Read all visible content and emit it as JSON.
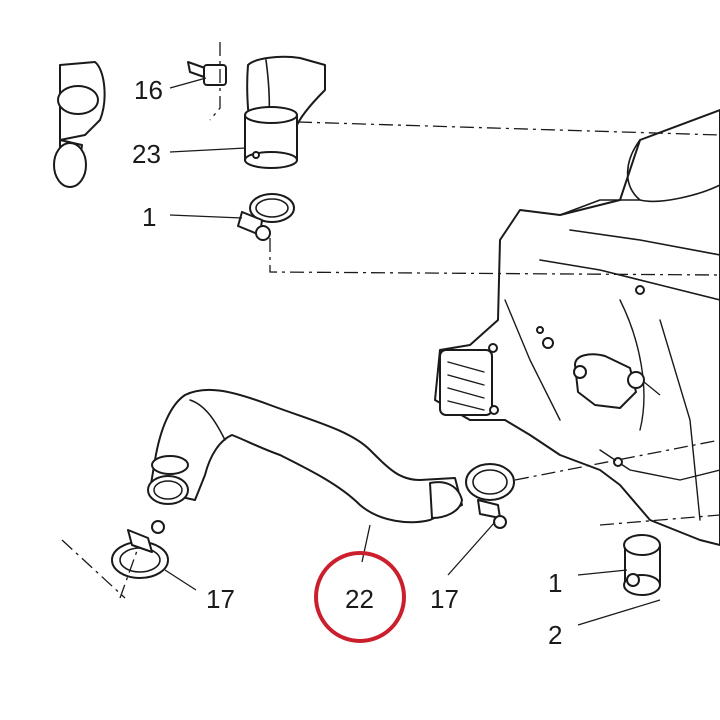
{
  "callouts": {
    "c16": "16",
    "c23": "23",
    "c1_top": "1",
    "c17_left": "17",
    "c22": "22",
    "c17_right": "17",
    "c1_right": "1",
    "c2": "2"
  },
  "highlight_color": "#cc1f2e"
}
